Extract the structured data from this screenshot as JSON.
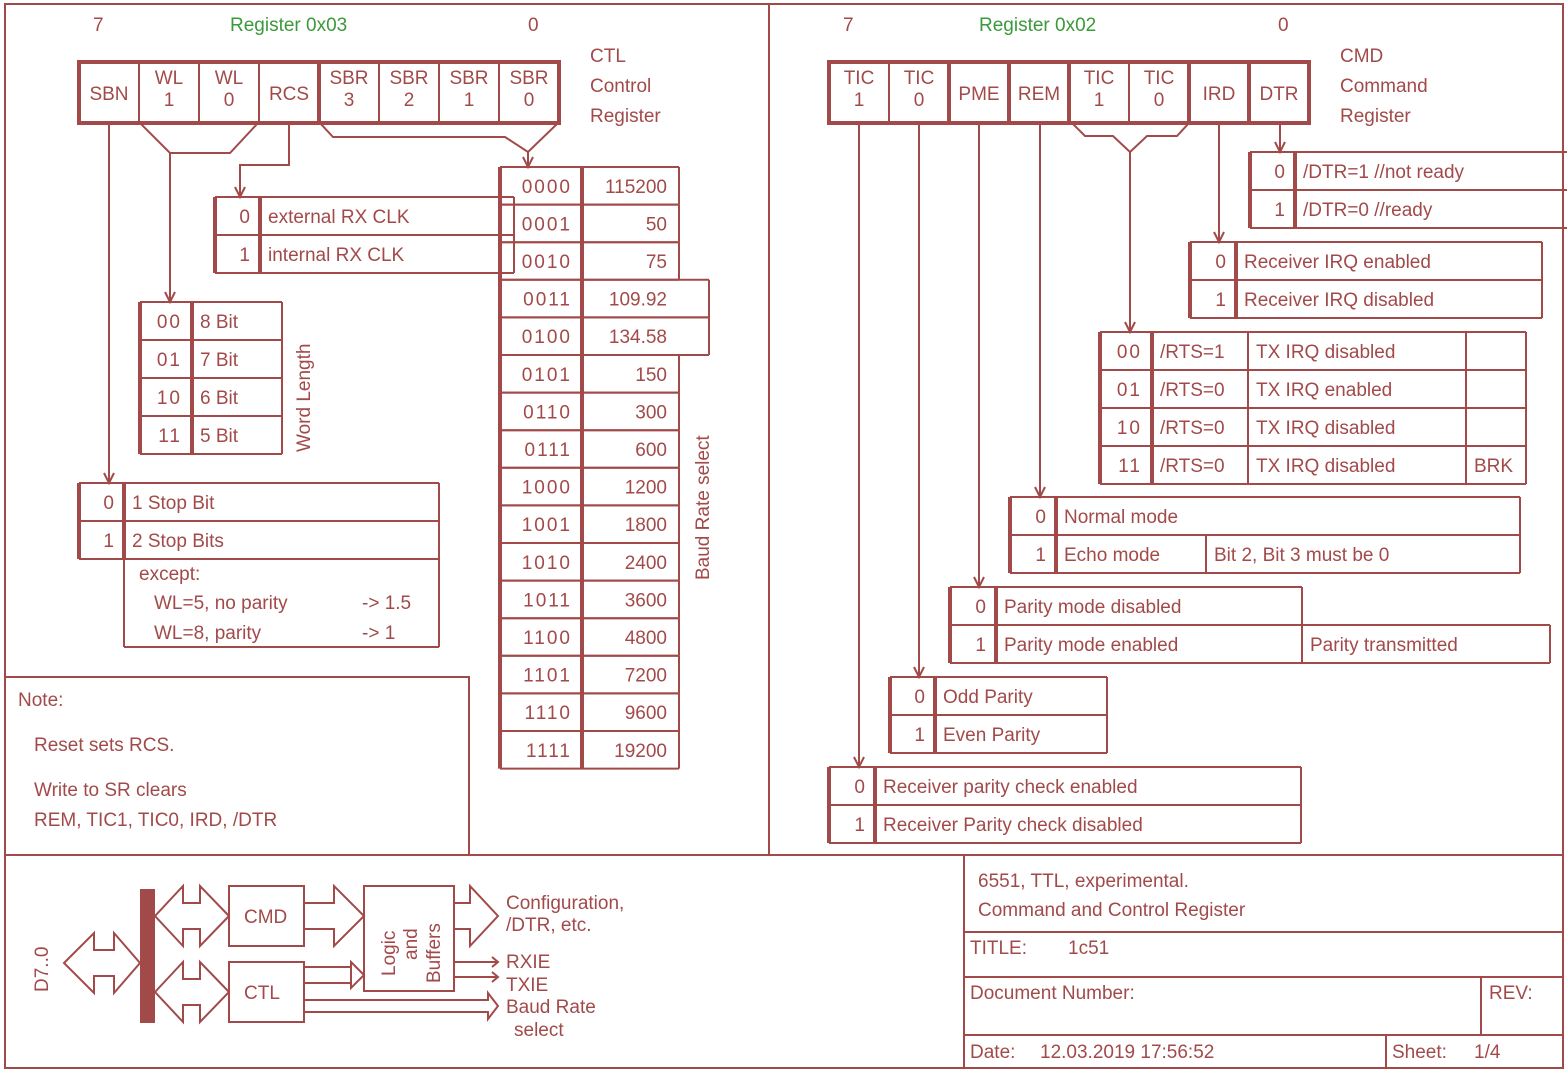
{
  "ctl": {
    "bit_high": "7",
    "bit_low": "0",
    "register_label": "Register 0x03",
    "name": [
      "CTL",
      "Control",
      "Register"
    ],
    "bits": [
      {
        "l1": "SBN",
        "l2": ""
      },
      {
        "l1": "WL",
        "l2": "1"
      },
      {
        "l1": "WL",
        "l2": "0"
      },
      {
        "l1": "RCS",
        "l2": ""
      },
      {
        "l1": "SBR",
        "l2": "3"
      },
      {
        "l1": "SBR",
        "l2": "2"
      },
      {
        "l1": "SBR",
        "l2": "1"
      },
      {
        "l1": "SBR",
        "l2": "0"
      }
    ],
    "rcs_table": [
      {
        "code": "0",
        "desc": "external RX CLK"
      },
      {
        "code": "1",
        "desc": "internal RX CLK"
      }
    ],
    "word_length": {
      "label": "Word Length",
      "rows": [
        {
          "code": "00",
          "desc": "8 Bit"
        },
        {
          "code": "01",
          "desc": "7 Bit"
        },
        {
          "code": "10",
          "desc": "6 Bit"
        },
        {
          "code": "11",
          "desc": "5 Bit"
        }
      ]
    },
    "stop_bits": {
      "rows": [
        {
          "code": "0",
          "desc": "1 Stop Bit"
        },
        {
          "code": "1",
          "desc": "2 Stop Bits"
        }
      ],
      "except_label": "except:",
      "exceptions": [
        {
          "cond": "WL=5, no parity",
          "result": "-> 1.5"
        },
        {
          "cond": "WL=8, parity",
          "result": "-> 1"
        }
      ]
    },
    "baud": {
      "label": "Baud Rate select",
      "rows": [
        {
          "code": "0000",
          "rate": "115200"
        },
        {
          "code": "0001",
          "rate": "50"
        },
        {
          "code": "0010",
          "rate": "75"
        },
        {
          "code": "0011",
          "rate": "109.92"
        },
        {
          "code": "0100",
          "rate": "134.58"
        },
        {
          "code": "0101",
          "rate": "150"
        },
        {
          "code": "0110",
          "rate": "300"
        },
        {
          "code": "0111",
          "rate": "600"
        },
        {
          "code": "1000",
          "rate": "1200"
        },
        {
          "code": "1001",
          "rate": "1800"
        },
        {
          "code": "1010",
          "rate": "2400"
        },
        {
          "code": "1011",
          "rate": "3600"
        },
        {
          "code": "1100",
          "rate": "4800"
        },
        {
          "code": "1101",
          "rate": "7200"
        },
        {
          "code": "1110",
          "rate": "9600"
        },
        {
          "code": "1111",
          "rate": "19200"
        }
      ]
    }
  },
  "cmd": {
    "bit_high": "7",
    "bit_low": "0",
    "register_label": "Register 0x02",
    "name": [
      "CMD",
      "Command",
      "Register"
    ],
    "bits": [
      {
        "l1": "TIC",
        "l2": "1"
      },
      {
        "l1": "TIC",
        "l2": "0"
      },
      {
        "l1": "PME",
        "l2": ""
      },
      {
        "l1": "REM",
        "l2": ""
      },
      {
        "l1": "TIC",
        "l2": "1"
      },
      {
        "l1": "TIC",
        "l2": "0"
      },
      {
        "l1": "IRD",
        "l2": ""
      },
      {
        "l1": "DTR",
        "l2": ""
      }
    ],
    "dtr_table": [
      {
        "code": "0",
        "desc": "/DTR=1 //not ready"
      },
      {
        "code": "1",
        "desc": "/DTR=0 //ready"
      }
    ],
    "ird_table": [
      {
        "code": "0",
        "desc": "Receiver IRQ enabled"
      },
      {
        "code": "1",
        "desc": "Receiver IRQ disabled"
      }
    ],
    "tic_table": [
      {
        "code": "00",
        "rts": "/RTS=1",
        "irq": "TX IRQ disabled",
        "extra": ""
      },
      {
        "code": "01",
        "rts": "/RTS=0",
        "irq": "TX IRQ enabled",
        "extra": ""
      },
      {
        "code": "10",
        "rts": "/RTS=0",
        "irq": "TX IRQ disabled",
        "extra": ""
      },
      {
        "code": "11",
        "rts": "/RTS=0",
        "irq": "TX IRQ disabled",
        "extra": "BRK"
      }
    ],
    "rem_table": [
      {
        "code": "0",
        "desc": "Normal mode",
        "note": ""
      },
      {
        "code": "1",
        "desc": "Echo mode",
        "note": "Bit 2, Bit 3 must be 0"
      }
    ],
    "pme_table": [
      {
        "code": "0",
        "desc": "Parity mode disabled",
        "note": ""
      },
      {
        "code": "1",
        "desc": "Parity mode enabled",
        "note": "Parity transmitted"
      }
    ],
    "tic0_table": [
      {
        "code": "0",
        "desc": "Odd Parity"
      },
      {
        "code": "1",
        "desc": "Even Parity"
      }
    ],
    "tic1_table": [
      {
        "code": "0",
        "desc": "Receiver parity check enabled"
      },
      {
        "code": "1",
        "desc": "Receiver Parity check disabled"
      }
    ]
  },
  "note": {
    "heading": "Note:",
    "lines": [
      "Reset sets RCS.",
      "Write to SR clears",
      "REM, TIC1, TIC0, IRD, /DTR"
    ]
  },
  "block": {
    "bus_label": "D7..0",
    "cmd_label": "CMD",
    "ctl_label": "CTL",
    "logic_label": [
      "Logic",
      "and",
      "Buffers"
    ],
    "out_config": [
      "Configuration,",
      "/DTR, etc."
    ],
    "out_rxie": "RXIE",
    "out_txie": "TXIE",
    "out_baud": [
      "Baud Rate",
      "select"
    ]
  },
  "titleblock": {
    "desc1": "6551, TTL, experimental.",
    "desc2": "Command and Control Register",
    "title_label": "TITLE:",
    "title_value": "1c51",
    "docnum_label": "Document Number:",
    "rev_label": "REV:",
    "date_label": "Date:",
    "date_value": "12.03.2019 17:56:52",
    "sheet_label": "Sheet:",
    "sheet_value": "1/4"
  }
}
